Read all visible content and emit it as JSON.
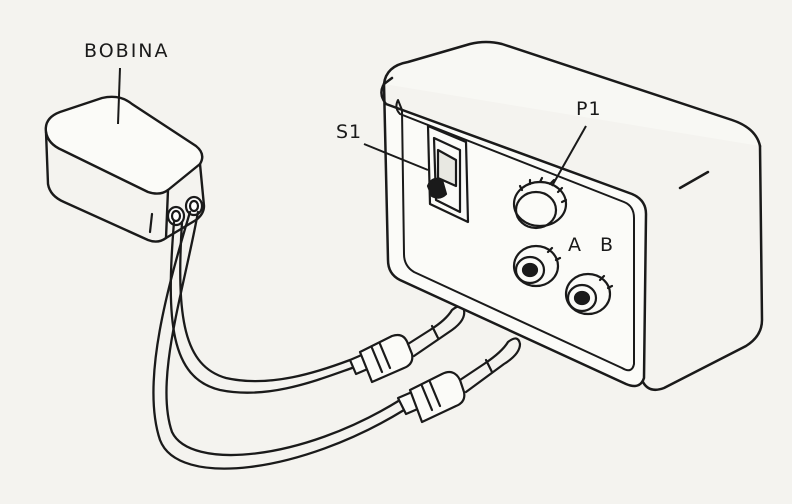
{
  "labels": {
    "coil": "BOBINA",
    "switch": "S1",
    "potentiometer": "P1",
    "terminal_a": "A",
    "terminal_b": "B"
  },
  "colors": {
    "ink": "#1a1a1a",
    "paper": "#f4f3ef"
  }
}
